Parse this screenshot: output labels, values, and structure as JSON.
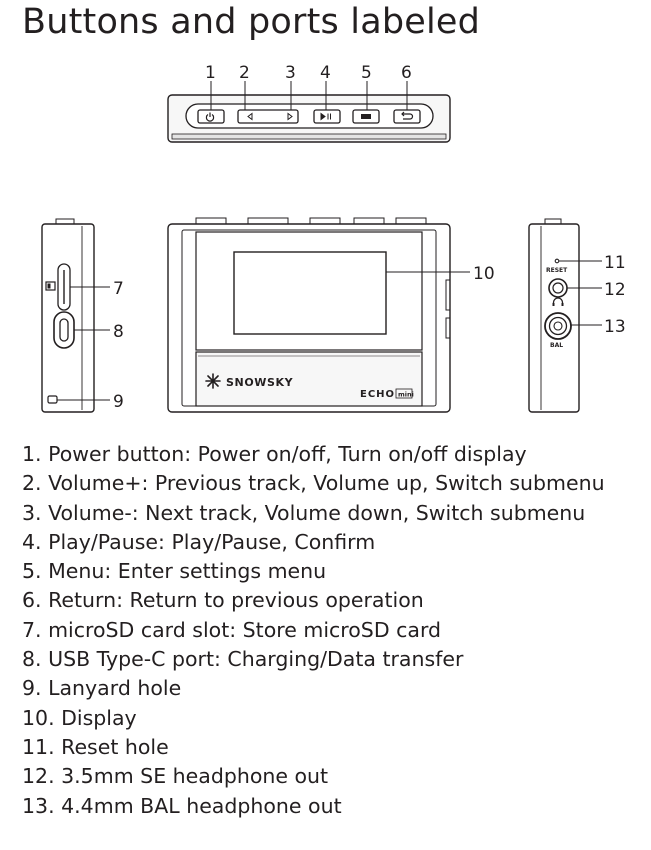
{
  "title": "Buttons and ports labeled",
  "callouts": [
    "1",
    "2",
    "3",
    "4",
    "5",
    "6",
    "7",
    "8",
    "9",
    "10",
    "11",
    "12",
    "13"
  ],
  "device": {
    "brand": "SNOWSKY",
    "model": "ECHO",
    "model_badge": "mini",
    "reset_label": "RESET",
    "bal_label": "BAL"
  },
  "legend": [
    "1. Power button: Power on/off, Turn on/off display",
    "2. Volume+: Previous track, Volume up, Switch submenu",
    "3. Volume-: Next track, Volume down, Switch submenu",
    "4. Play/Pause: Play/Pause, Confirm",
    "5. Menu: Enter settings menu",
    "6. Return: Return to previous operation",
    "7. microSD card slot: Store microSD card",
    "8. USB Type-C port: Charging/Data transfer",
    "9. Lanyard hole",
    "10. Display",
    "11. Reset hole",
    "12. 3.5mm SE headphone out",
    "13. 4.4mm BAL headphone out"
  ]
}
